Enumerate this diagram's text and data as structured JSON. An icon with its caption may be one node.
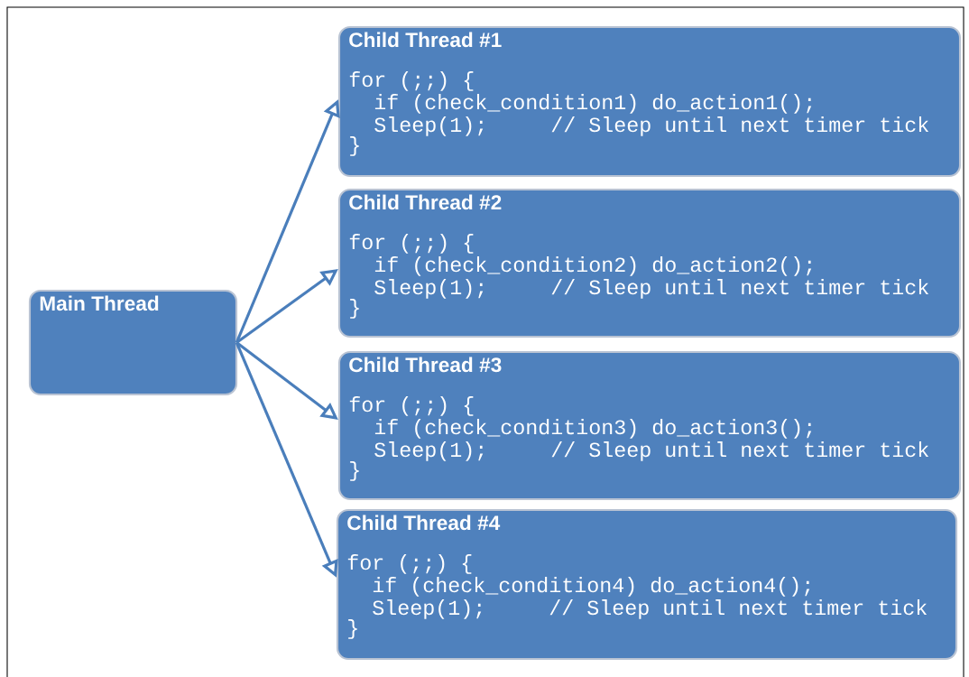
{
  "diagram": {
    "nodes": [
      {
        "text": [
          "Main Thread"
        ]
      },
      {
        "text": [
          "Child Thread #1",
          "for (;;) {",
          "if (check_condition1) do_action1();",
          "Sleep(1);",
          "// Sleep until next timer tick",
          "}"
        ]
      },
      {
        "text": [
          "Child Thread #2",
          "for (;;) {",
          "if (check_condition2) do_action2();",
          "Sleep(1);",
          "// Sleep until next timer tick",
          "}"
        ]
      },
      {
        "text": [
          "Child Thread #3",
          "for (;;) {",
          "if (check_condition3) do_action3();",
          "Sleep(1);",
          "// Sleep until next timer tick",
          "}"
        ]
      },
      {
        "text": [
          "Child Thread #4",
          "for (;;) {",
          "if (check_condition4) do_action4();",
          "Sleep(1);",
          "// Sleep until next timer tick",
          "}"
        ]
      }
    ],
    "edges": [
      {
        "from": 0,
        "to": 1,
        "arrow": "to"
      },
      {
        "from": 0,
        "to": 2,
        "arrow": "to"
      },
      {
        "from": 0,
        "to": 3,
        "arrow": "to"
      },
      {
        "from": 0,
        "to": 4,
        "arrow": "to"
      }
    ]
  }
}
